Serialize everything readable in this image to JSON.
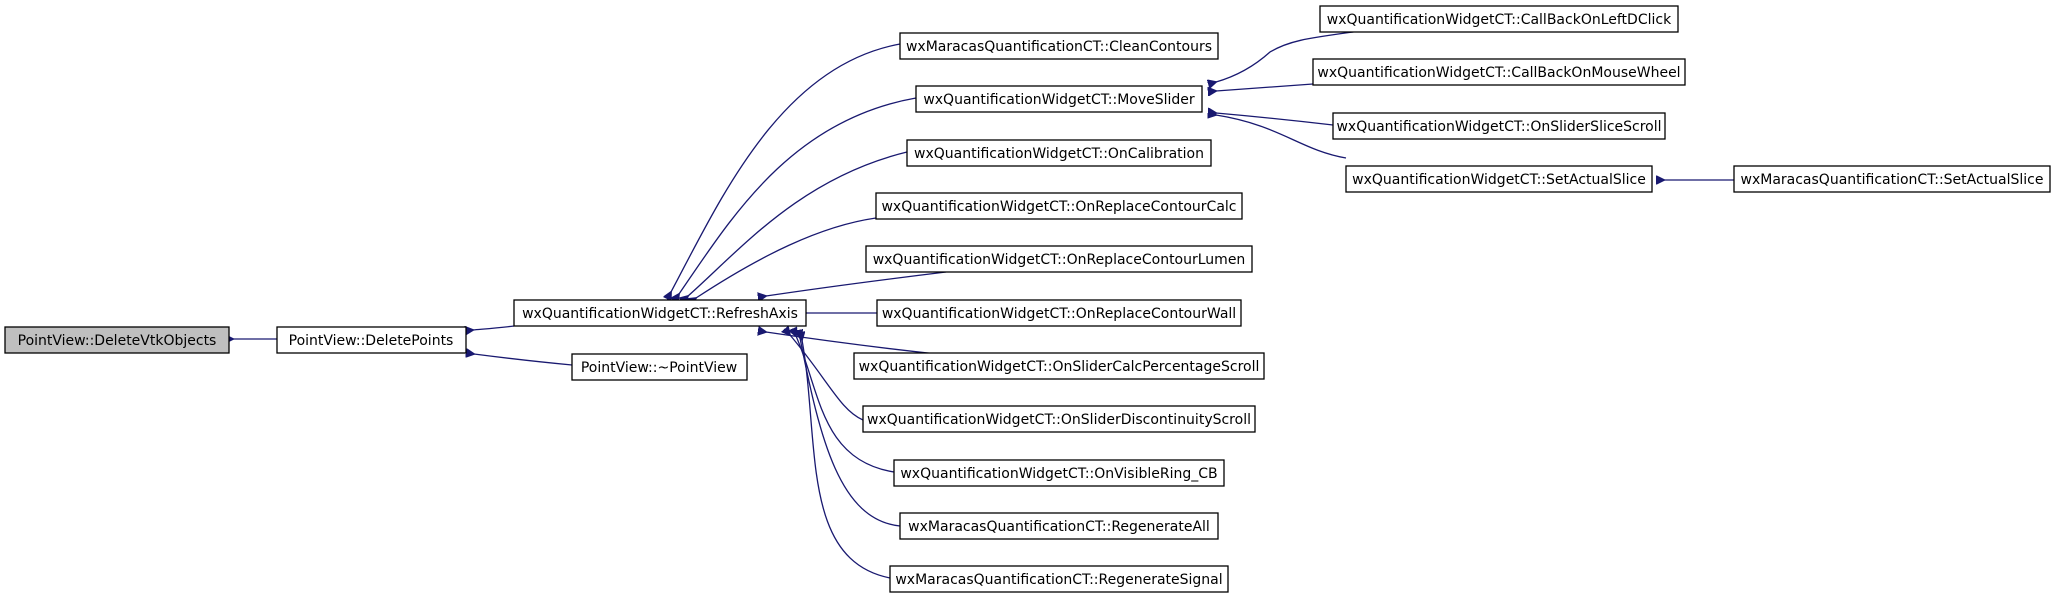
{
  "graph": {
    "nodes": [
      {
        "id": "n0",
        "label": "PointView::DeleteVtkObjects",
        "root": true
      },
      {
        "id": "n1",
        "label": "PointView::DeletePoints"
      },
      {
        "id": "n2",
        "label": "wxQuantificationWidgetCT::RefreshAxis"
      },
      {
        "id": "n3",
        "label": "PointView::~PointView"
      },
      {
        "id": "n4",
        "label": "wxMaracasQuantificationCT::CleanContours"
      },
      {
        "id": "n5",
        "label": "wxQuantificationWidgetCT::MoveSlider"
      },
      {
        "id": "n6",
        "label": "wxQuantificationWidgetCT::OnCalibration"
      },
      {
        "id": "n7",
        "label": "wxQuantificationWidgetCT::OnReplaceContourCalc"
      },
      {
        "id": "n8",
        "label": "wxQuantificationWidgetCT::OnReplaceContourLumen"
      },
      {
        "id": "n9",
        "label": "wxQuantificationWidgetCT::OnReplaceContourWall"
      },
      {
        "id": "n10",
        "label": "wxQuantificationWidgetCT::OnSliderCalcPercentageScroll"
      },
      {
        "id": "n11",
        "label": "wxQuantificationWidgetCT::OnSliderDiscontinuityScroll"
      },
      {
        "id": "n12",
        "label": "wxQuantificationWidgetCT::OnVisibleRing_CB"
      },
      {
        "id": "n13",
        "label": "wxMaracasQuantificationCT::RegenerateAll"
      },
      {
        "id": "n14",
        "label": "wxMaracasQuantificationCT::RegenerateSignal"
      },
      {
        "id": "n15",
        "label": "wxQuantificationWidgetCT::CallBackOnLeftDClick"
      },
      {
        "id": "n16",
        "label": "wxQuantificationWidgetCT::CallBackOnMouseWheel"
      },
      {
        "id": "n17",
        "label": "wxQuantificationWidgetCT::OnSliderSliceScroll"
      },
      {
        "id": "n18",
        "label": "wxQuantificationWidgetCT::SetActualSlice"
      },
      {
        "id": "n19",
        "label": "wxMaracasQuantificationCT::SetActualSlice"
      }
    ],
    "edges": [
      {
        "from": "n1",
        "to": "n0"
      },
      {
        "from": "n2",
        "to": "n1"
      },
      {
        "from": "n3",
        "to": "n1"
      },
      {
        "from": "n4",
        "to": "n2"
      },
      {
        "from": "n5",
        "to": "n2"
      },
      {
        "from": "n6",
        "to": "n2"
      },
      {
        "from": "n7",
        "to": "n2"
      },
      {
        "from": "n8",
        "to": "n2"
      },
      {
        "from": "n9",
        "to": "n2"
      },
      {
        "from": "n10",
        "to": "n2"
      },
      {
        "from": "n11",
        "to": "n2"
      },
      {
        "from": "n12",
        "to": "n2"
      },
      {
        "from": "n13",
        "to": "n2"
      },
      {
        "from": "n14",
        "to": "n2"
      },
      {
        "from": "n15",
        "to": "n5"
      },
      {
        "from": "n16",
        "to": "n5"
      },
      {
        "from": "n17",
        "to": "n5"
      },
      {
        "from": "n18",
        "to": "n5"
      },
      {
        "from": "n19",
        "to": "n18"
      }
    ]
  }
}
